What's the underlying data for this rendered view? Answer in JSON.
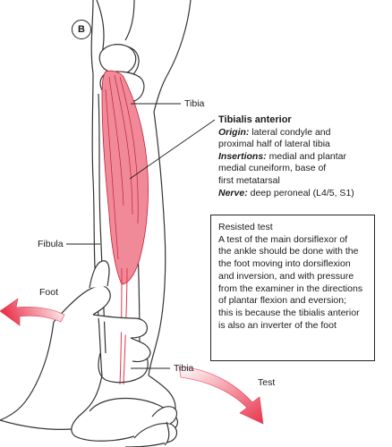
{
  "panel": {
    "letter": "B"
  },
  "labels": {
    "tibia_upper": "Tibia",
    "fibula": "Fibula",
    "foot": "Foot",
    "tibia_lower": "Tibia",
    "test": "Test"
  },
  "muscle_info": {
    "title": "Tibialis anterior",
    "origin_label": "Origin:",
    "origin_line1": "lateral condyle and",
    "origin_line2": "proximal half of lateral tibia",
    "insertions_label": "Insertions:",
    "insertions_line1": "medial and plantar",
    "insertions_line2": "medial cuneiform, base of",
    "insertions_line3": "first metatarsal",
    "nerve_label": "Nerve:",
    "nerve_text": "deep peroneal (L4/5, S1)"
  },
  "resisted_test": {
    "title": "Resisted test",
    "lines": [
      "A test of the main dorsiflexor of",
      "the ankle should be done with the",
      "the foot moving into dorsiflexion",
      "and inversion, and with pressure",
      "from the examiner in the directions",
      "of  plantar flexion and eversion;",
      "this is because the tibialis anterior",
      "is also an inverter of the foot"
    ]
  },
  "colors": {
    "muscle": "#e8344c",
    "arrow": "#e8344c",
    "outline": "#222222"
  }
}
